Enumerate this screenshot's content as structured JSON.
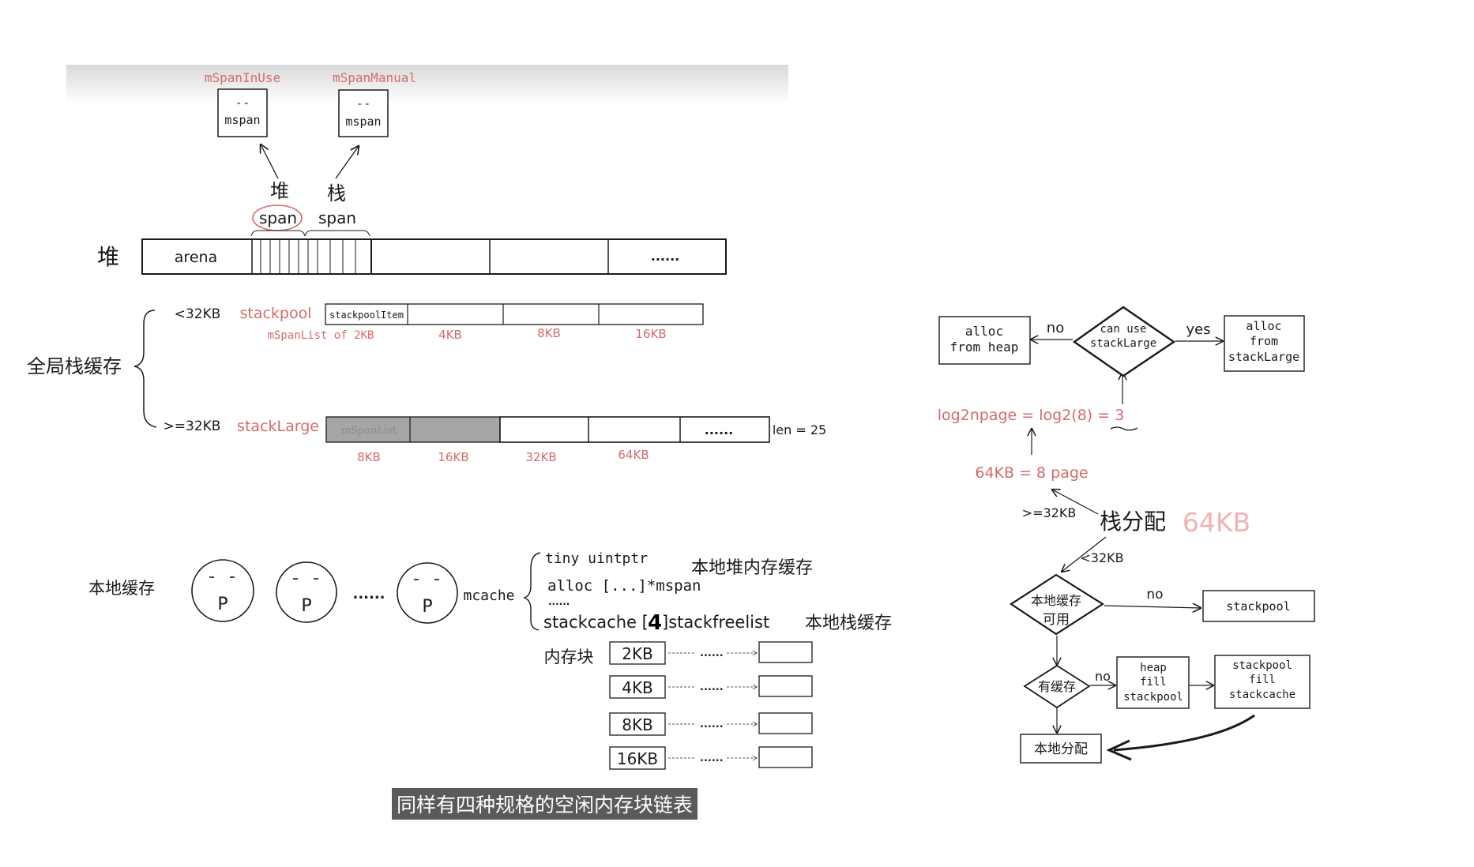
{
  "colors": {
    "ink": "#1a1a1a",
    "red": "#d46a6a",
    "gray_fill": "#a6a6a6",
    "subtitle_bg": "#5a5a5a"
  },
  "heap": {
    "label": "堆",
    "arena": "arena",
    "ellipsis": "......",
    "span_heap_title": "堆",
    "span_stack_title": "栈",
    "span_heap": "span",
    "span_stack": "span",
    "mspan_in_use_label": "mSpanInUse",
    "mspan_manual_label": "mSpanManual",
    "mspan_box_text": "mspan",
    "mspan_face": "- -"
  },
  "global_cache": {
    "label": "全局栈缓存",
    "small_size": "<32KB",
    "stackpool": "stackpool",
    "stackpool_item": "stackpoolItem",
    "small_sizes": [
      "mSpanList of 2KB",
      "4KB",
      "8KB",
      "16KB"
    ],
    "large_size": ">=32KB",
    "stacklarge": "stackLarge",
    "mspanlist": "mSpanList",
    "large_sizes": [
      "8KB",
      "16KB",
      "32KB",
      "64KB"
    ],
    "ellipsis": "......",
    "len": "len = 25"
  },
  "local_cache": {
    "label": "本地缓存",
    "p_label": "P",
    "ellipsis": "......",
    "mcache": "mcache",
    "field1": "tiny uintptr",
    "field2": "alloc [...]*mspan",
    "field_dots": "......",
    "field3a": "stackcache [",
    "field3_num": "4",
    "field3b": "]stackfreelist",
    "heap_cache_label": "本地堆内存缓存",
    "stack_cache_label": "本地栈缓存",
    "blocks_label": "内存块",
    "block_sizes": [
      "2KB",
      "4KB",
      "8KB",
      "16KB"
    ],
    "block_dots": "......"
  },
  "flow": {
    "title": "栈分配",
    "size": "64KB",
    "large_branch": ">=32KB",
    "small_branch": "<32KB",
    "page_calc": "64KB = 8 page",
    "log_calc": "log2npage = log2(8) = 3",
    "decision_large": [
      "can use",
      "stackLarge"
    ],
    "yes": "yes",
    "no": "no",
    "alloc_heap": [
      "alloc",
      "from heap"
    ],
    "alloc_large": [
      "alloc",
      "from",
      "stackLarge"
    ],
    "decision_local": [
      "本地缓存",
      "可用"
    ],
    "no2": "no",
    "stackpool_box": "stackpool",
    "decision_cached": "有缓存",
    "no3": "no",
    "heap_fill": [
      "heap",
      "fill",
      "stackpool"
    ],
    "stackpool_fill": [
      "stackpool",
      "fill",
      "stackcache"
    ],
    "local_alloc": "本地分配"
  },
  "subtitle": "同样有四种规格的空闲内存块链表"
}
